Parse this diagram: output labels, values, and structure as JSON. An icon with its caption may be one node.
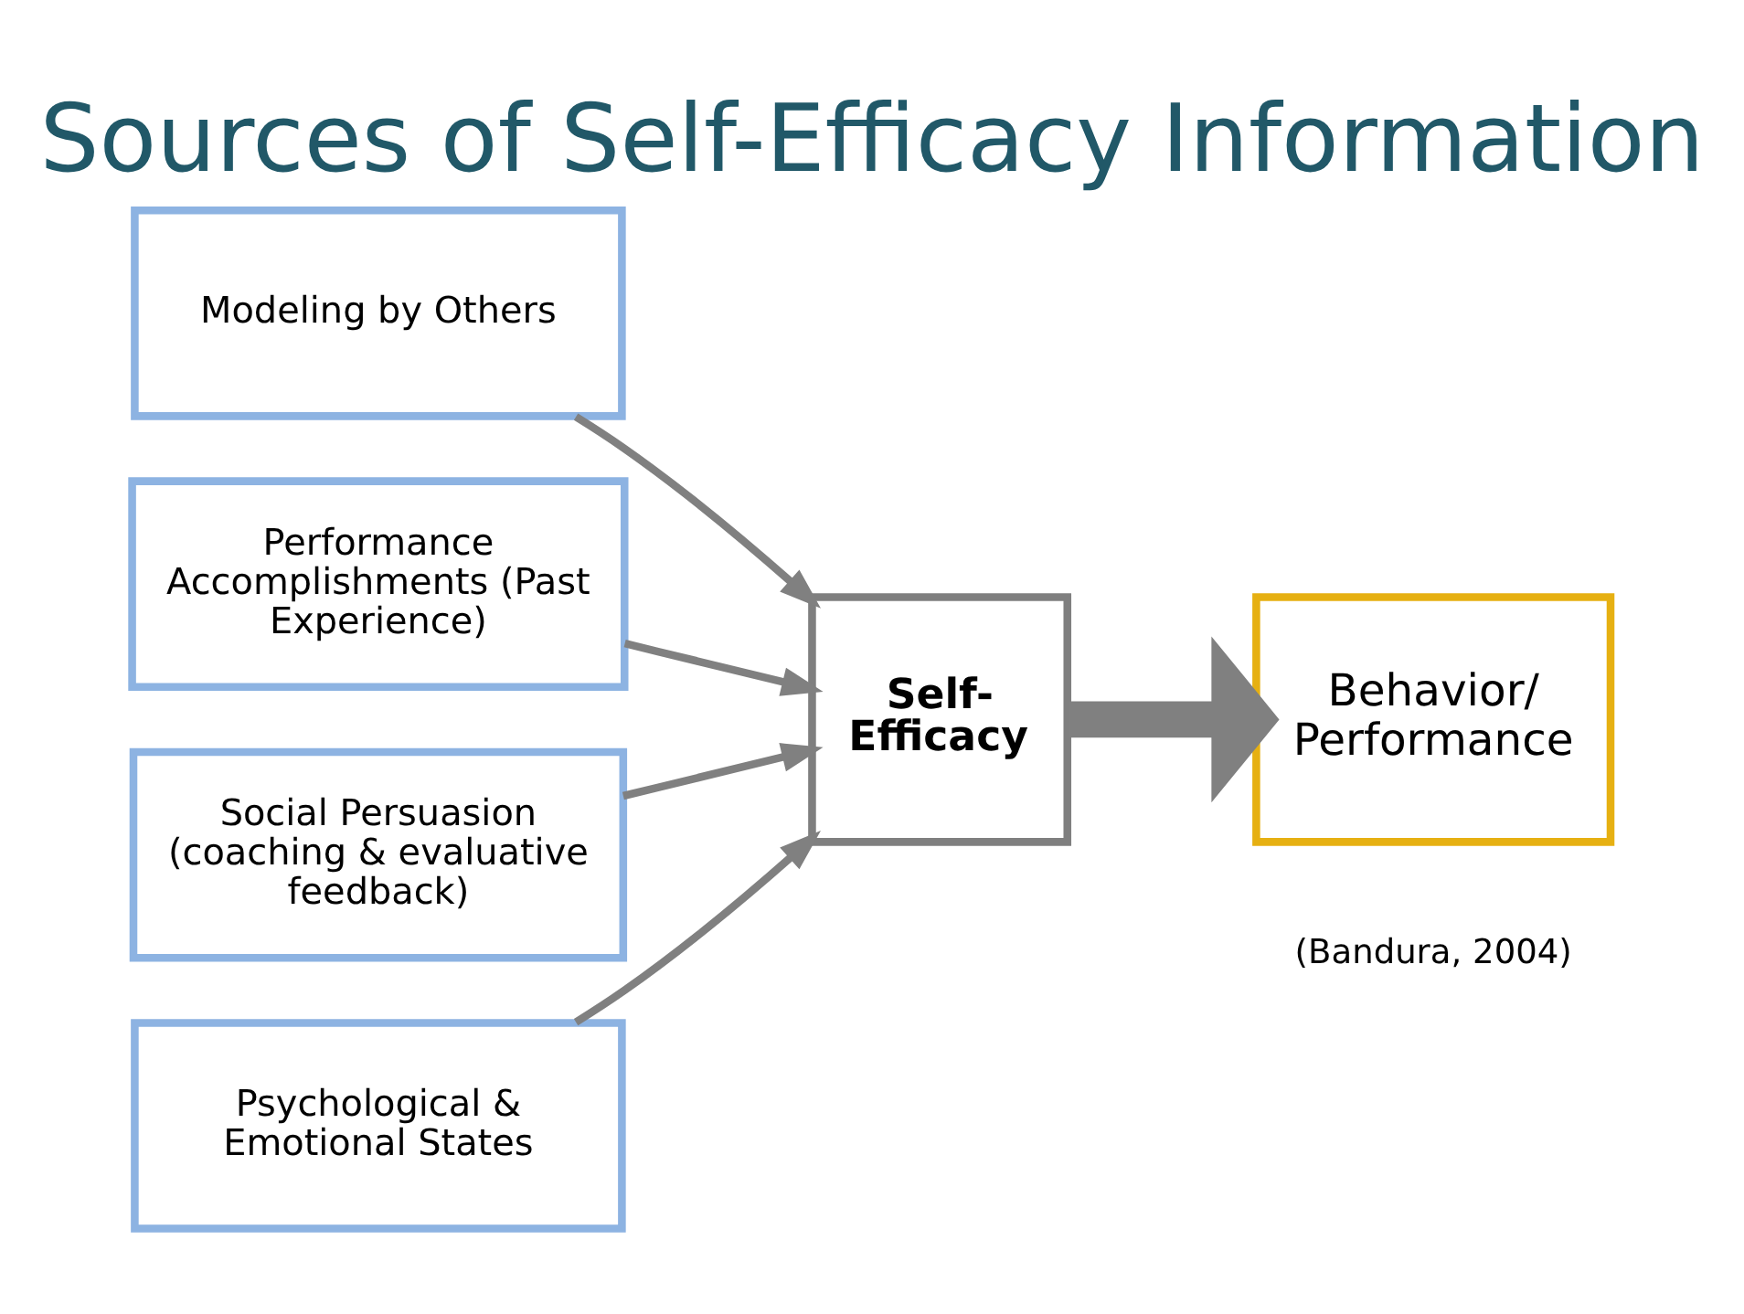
{
  "diagram": {
    "title": "Sources of Self-Efficacy Information",
    "nodes": [
      {
        "text": [
          "Modeling by Others"
        ]
      },
      {
        "text": [
          "Performance Accomplishments (Past Experience)"
        ]
      },
      {
        "text": [
          "Social Persuasion (coaching & evaluative feedback)"
        ]
      },
      {
        "text": [
          "Psychological & Emotional States"
        ]
      },
      {
        "text": [
          "Self- Efficacy"
        ]
      },
      {
        "text": [
          "Behavior/ Performance"
        ]
      }
    ],
    "edges": [
      {
        "from": 0,
        "to": 4,
        "arrow": "to"
      },
      {
        "from": 1,
        "to": 4,
        "arrow": "to"
      },
      {
        "from": 2,
        "to": 4,
        "arrow": "to"
      },
      {
        "from": 3,
        "to": 4,
        "arrow": "to"
      },
      {
        "from": 4,
        "to": 5,
        "arrow": "to",
        "style": "thick"
      }
    ],
    "labels": [
      "(Bandura, 2004)"
    ]
  }
}
